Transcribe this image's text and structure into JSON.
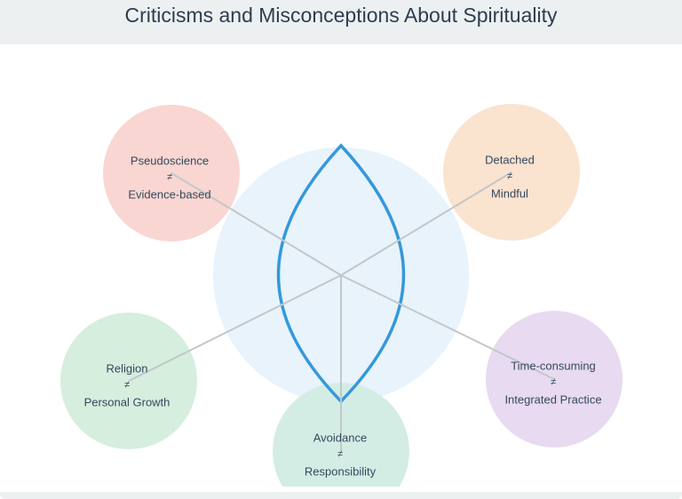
{
  "title": "Criticisms and Misconceptions About Spirituality",
  "neq_symbol": "≠",
  "colors": {
    "header_bg": "#ecf0f1",
    "title_text": "#2c3e50",
    "center_circle": "#e8f3fb",
    "lens_stroke": "#3498db",
    "connector": "#c3c7ca"
  },
  "nodes": [
    {
      "id": "pseudoscience",
      "misconception": "Pseudoscience",
      "reality": "Evidence-based",
      "color": "#f9d6d1"
    },
    {
      "id": "detached",
      "misconception": "Detached",
      "reality": "Mindful",
      "color": "#fae3cf"
    },
    {
      "id": "religion",
      "misconception": "Religion",
      "reality": "Personal Growth",
      "color": "#d5eede"
    },
    {
      "id": "time-consuming",
      "misconception": "Time-consuming",
      "reality": "Integrated Practice",
      "color": "#e8daf0"
    },
    {
      "id": "avoidance",
      "misconception": "Avoidance",
      "reality": "Responsibility",
      "color": "#d3ede4"
    }
  ]
}
